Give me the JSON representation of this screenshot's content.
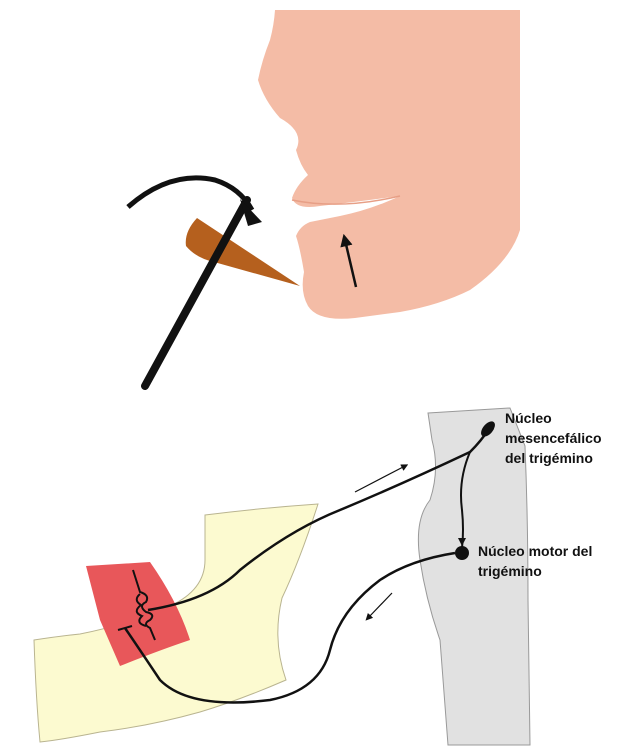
{
  "labels": {
    "mesencephalic_nucleus": [
      "Núcleo",
      "mesencefálico",
      "del trigémino"
    ],
    "motor_nucleus": [
      "Núcleo motor del",
      "trigémino"
    ]
  },
  "colors": {
    "face": "#f4bca6",
    "cone": "#b5601e",
    "jaw": "#fcfad0",
    "muscle": "#e8575a",
    "brainstem": "#e1e1e1",
    "line": "#111111"
  }
}
